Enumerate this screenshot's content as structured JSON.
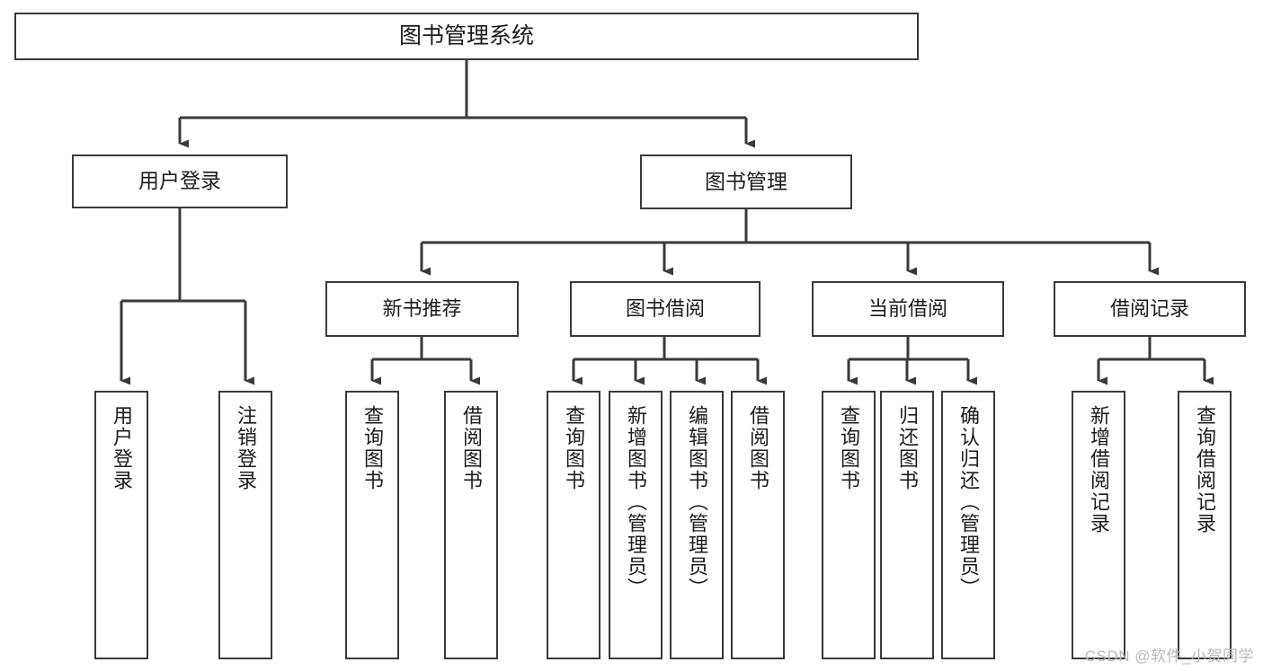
{
  "diagram": {
    "title": "图书管理系统",
    "type": "hierarchy-tree",
    "watermark": "CSDN @软件_小贺同学",
    "colors": {
      "line": "#3a3a3a",
      "box_fill": "#ffffff",
      "text": "#1c1c1c",
      "watermark": "#b9b9b9"
    },
    "root": {
      "label": "图书管理系统"
    },
    "level2": [
      {
        "label": "用户登录"
      },
      {
        "label": "图书管理"
      }
    ],
    "level3": [
      {
        "label": "新书推荐"
      },
      {
        "label": "图书借阅"
      },
      {
        "label": "当前借阅"
      },
      {
        "label": "借阅记录"
      }
    ],
    "leaves": {
      "user_login": [
        {
          "label": "用户登录"
        },
        {
          "label": "注销登录"
        }
      ],
      "new_book_recommend": [
        {
          "label": "查询图书"
        },
        {
          "label": "借阅图书"
        }
      ],
      "book_borrow": [
        {
          "label": "查询图书"
        },
        {
          "label": "新增图书（管理员）"
        },
        {
          "label": "编辑图书（管理员）"
        },
        {
          "label": "借阅图书"
        }
      ],
      "current_borrow": [
        {
          "label": "查询图书"
        },
        {
          "label": "归还图书"
        },
        {
          "label": "确认归还（管理员）"
        }
      ],
      "borrow_records": [
        {
          "label": "新增借阅记录"
        },
        {
          "label": "查询借阅记录"
        }
      ]
    }
  }
}
